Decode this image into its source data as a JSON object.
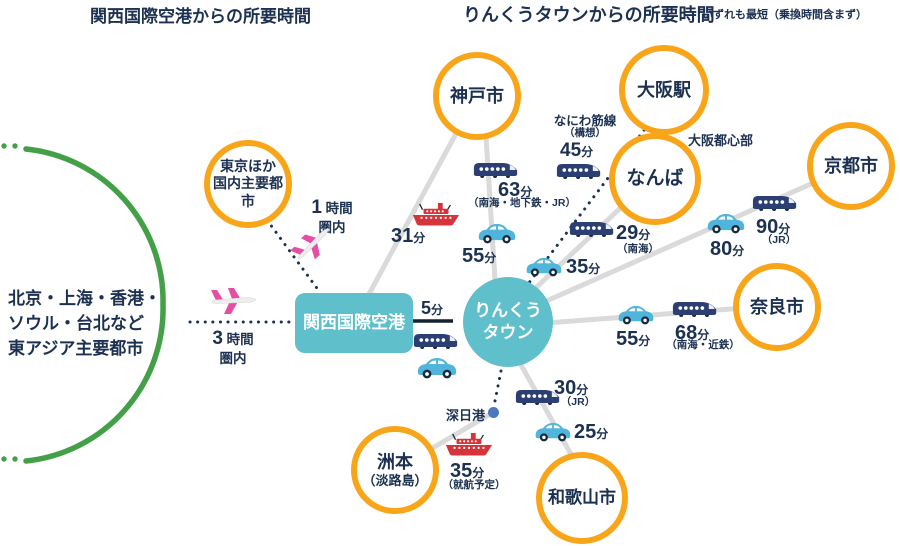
{
  "titles": {
    "left": "関西国際空港からの所要時間",
    "right": "りんくうタウンからの所要時間",
    "right_note": "いずれも最短（乗換時間含まず）"
  },
  "colors": {
    "circle_orange": "#F9A51A",
    "hub_teal": "#5FBFCB",
    "arc_green": "#43A047",
    "text_navy": "#1c3151",
    "line_gray": "#DADADA",
    "plane_pink": "#E44FA4",
    "ship_red": "#D5343B",
    "train_navy": "#2B3F72",
    "car_blue": "#4FB5DA",
    "port_blue": "#4C79BD"
  },
  "east_asia": {
    "line1": "北京・上海・香港・",
    "line2": "ソウル・台北など",
    "line3": "東アジア主要都市",
    "time_num": "3",
    "time_unit": "時間",
    "time_scope": "圏内"
  },
  "tokyo": {
    "line1": "東京ほか",
    "line2": "国内主要都市",
    "time_num": "1",
    "time_unit": "時間",
    "time_scope": "圏内"
  },
  "airport": {
    "label": "関西国際空港"
  },
  "rinku": {
    "line1": "りんくう",
    "line2": "タウン"
  },
  "link": {
    "time_num": "5",
    "time_unit": "分"
  },
  "osaka_area_label": "大阪都心部",
  "naniwasuji": {
    "line1": "なにわ筋線",
    "line2": "（構想）",
    "time_num": "45",
    "time_unit": "分"
  },
  "port": {
    "label": "深日港"
  },
  "nodes": {
    "kobe": {
      "label": "神戸市"
    },
    "osaka": {
      "label": "大阪駅"
    },
    "namba": {
      "label": "なんば"
    },
    "kyoto": {
      "label": "京都市"
    },
    "nara": {
      "label": "奈良市"
    },
    "wakayama": {
      "label": "和歌山市"
    },
    "sumoto": {
      "line1": "洲本",
      "line2": "（淡路島）"
    }
  },
  "routes": {
    "kobe_ferry": {
      "time_num": "31",
      "time_unit": "分"
    },
    "kobe_train": {
      "time_num": "63",
      "time_unit": "分",
      "note": "（南海・地下鉄・JR）"
    },
    "kobe_car": {
      "time_num": "55",
      "time_unit": "分"
    },
    "namba_train": {
      "time_num": "29",
      "time_unit": "分",
      "note": "（南海）"
    },
    "namba_car": {
      "time_num": "35",
      "time_unit": "分"
    },
    "kyoto_train": {
      "time_num": "90",
      "time_unit": "分",
      "note": "（JR）"
    },
    "kyoto_car": {
      "time_num": "80",
      "time_unit": "分"
    },
    "nara_train": {
      "time_num": "68",
      "time_unit": "分",
      "note": "（南海・近鉄）"
    },
    "nara_car": {
      "time_num": "55",
      "time_unit": "分"
    },
    "wakayama_train": {
      "time_num": "30",
      "time_unit": "分",
      "note": "（JR）"
    },
    "wakayama_car": {
      "time_num": "25",
      "time_unit": "分"
    },
    "sumoto_ferry": {
      "time_num": "35",
      "time_unit": "分",
      "note": "（就航予定）"
    }
  }
}
